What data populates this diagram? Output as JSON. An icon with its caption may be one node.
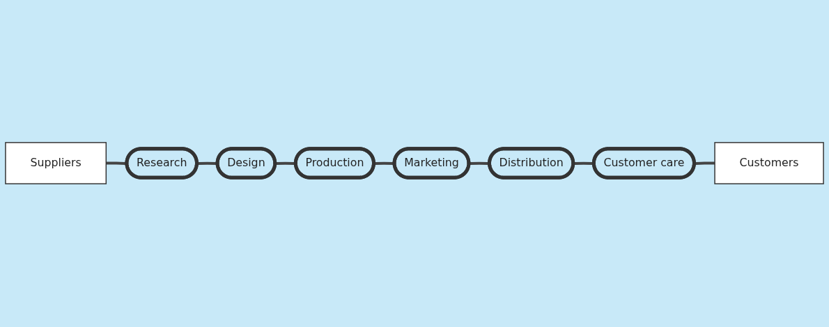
{
  "diagram": {
    "nodes": [
      {
        "text": [
          "Suppliers"
        ]
      },
      {
        "text": [
          "Research"
        ]
      },
      {
        "text": [
          "Design"
        ]
      },
      {
        "text": [
          "Production"
        ]
      },
      {
        "text": [
          "Marketing"
        ]
      },
      {
        "text": [
          "Distribution"
        ]
      },
      {
        "text": [
          "Customer care"
        ]
      },
      {
        "text": [
          "Customers"
        ]
      }
    ],
    "edges": [
      {
        "from": 0,
        "to": 1,
        "arrow": "none"
      },
      {
        "from": 1,
        "to": 2,
        "arrow": "none"
      },
      {
        "from": 2,
        "to": 3,
        "arrow": "none"
      },
      {
        "from": 3,
        "to": 4,
        "arrow": "none"
      },
      {
        "from": 4,
        "to": 5,
        "arrow": "none"
      },
      {
        "from": 5,
        "to": 6,
        "arrow": "none"
      },
      {
        "from": 6,
        "to": 7,
        "arrow": "none"
      }
    ]
  }
}
